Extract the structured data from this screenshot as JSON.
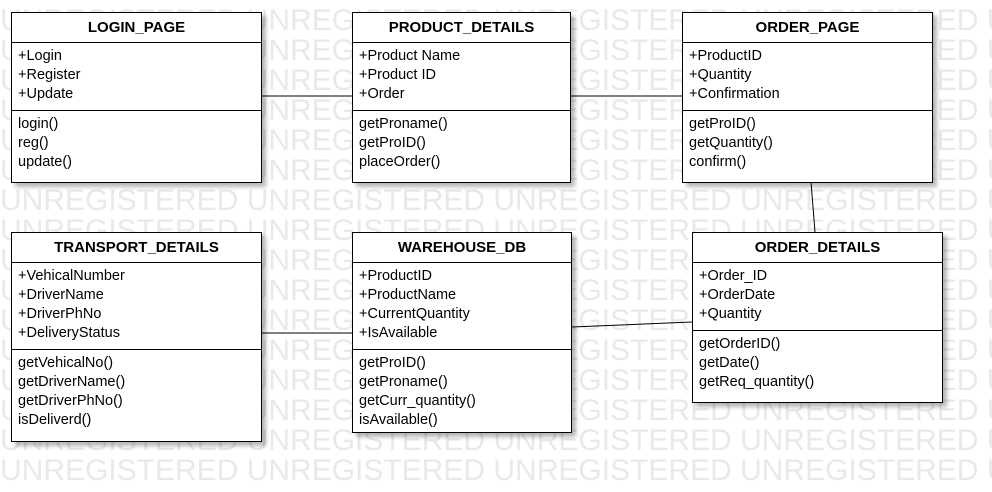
{
  "watermark": {
    "text": "UNREGISTERED UNREGISTERED UNREGISTERED UNREGISTERED UNREGISTERED UNREGISTERED"
  },
  "classes": {
    "login_page": {
      "title": "LOGIN_PAGE",
      "attributes": [
        "+Login",
        "+Register",
        "+Update"
      ],
      "methods": [
        "login()",
        "reg()",
        "update()"
      ]
    },
    "product_details": {
      "title": "PRODUCT_DETAILS",
      "attributes": [
        "+Product Name",
        "+Product ID",
        "+Order"
      ],
      "methods": [
        "getProname()",
        "getProID()",
        "placeOrder()"
      ]
    },
    "order_page": {
      "title": "ORDER_PAGE",
      "attributes": [
        "+ProductID",
        "+Quantity",
        "+Confirmation"
      ],
      "methods": [
        "getProID()",
        "getQuantity()",
        "confirm()"
      ]
    },
    "transport_details": {
      "title": "TRANSPORT_DETAILS",
      "attributes": [
        "+VehicalNumber",
        "+DriverName",
        "+DriverPhNo",
        "+DeliveryStatus"
      ],
      "methods": [
        "getVehicalNo()",
        "getDriverName()",
        "getDriverPhNo()",
        "isDeliverd()"
      ]
    },
    "warehouse_db": {
      "title": "WAREHOUSE_DB",
      "attributes": [
        "+ProductID",
        "+ProductName",
        "+CurrentQuantity",
        "+IsAvailable"
      ],
      "methods": [
        "getProID()",
        "getProname()",
        "getCurr_quantity()",
        "isAvailable()"
      ]
    },
    "order_details": {
      "title": "ORDER_DETAILS",
      "attributes": [
        "+Order_ID",
        "+OrderDate",
        "+Quantity"
      ],
      "methods": [
        "getOrderID()",
        "getDate()",
        "getReq_quantity()"
      ]
    }
  },
  "colors": {
    "watermark": "#e9e9e9",
    "border": "#000000",
    "background": "#ffffff"
  }
}
